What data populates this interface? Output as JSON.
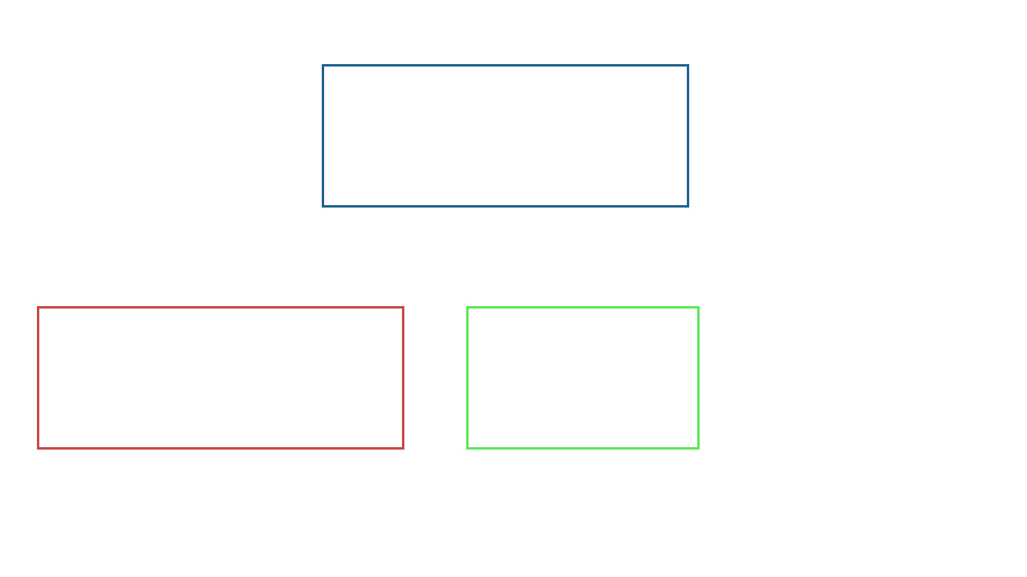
{
  "diagram": {
    "boxes": [
      {
        "id": "top",
        "label": "",
        "border_color": "#1f6391"
      },
      {
        "id": "bottom-left",
        "label": "",
        "border_color": "#c94a44"
      },
      {
        "id": "bottom-right",
        "label": "",
        "border_color": "#5ee65a"
      }
    ]
  }
}
